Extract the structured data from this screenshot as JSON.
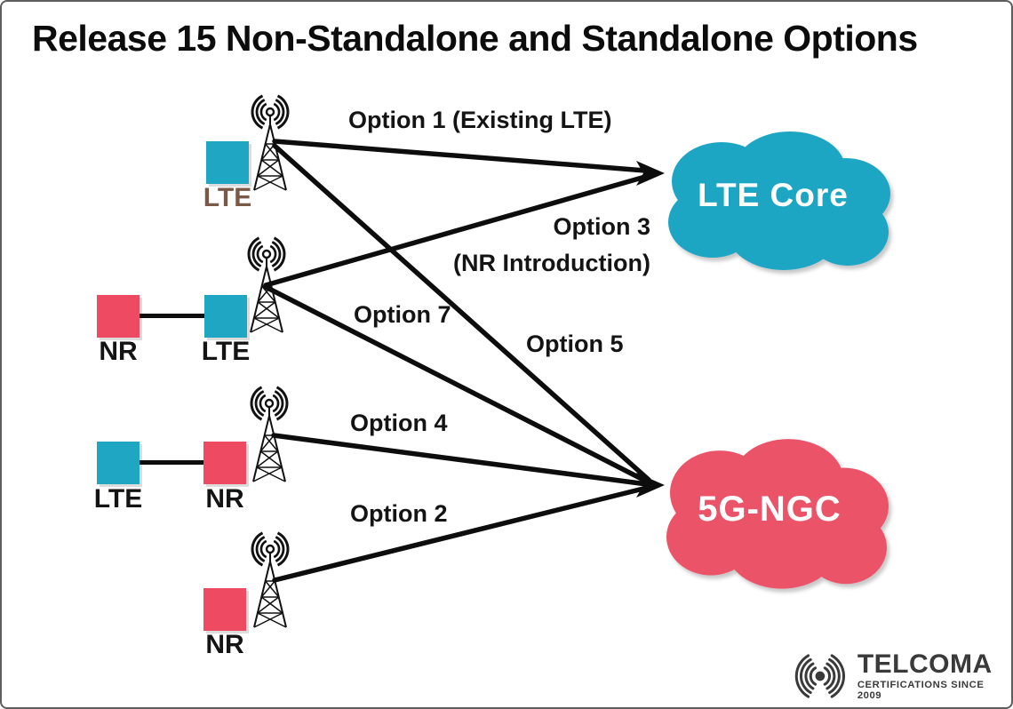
{
  "title": "Release 15 Non-Standalone and Standalone Options",
  "palette": {
    "teal": "#1ea6c3",
    "pink": "#ee4b62",
    "pink_cloud": "#eb5369",
    "teal_cloud": "#1ea6c3",
    "lte_label_brown": "#7a5a47",
    "line_black": "#0d0d0d",
    "logo_gray": "#3a3a3a"
  },
  "stations": [
    {
      "name": "lte-only-site",
      "cells": [
        {
          "label": "LTE"
        }
      ]
    },
    {
      "name": "nr-plus-lte-site",
      "cells": [
        {
          "label": "NR"
        },
        {
          "label": "LTE"
        }
      ]
    },
    {
      "name": "lte-plus-nr-site",
      "cells": [
        {
          "label": "LTE"
        },
        {
          "label": "NR"
        }
      ]
    },
    {
      "name": "nr-only-site",
      "cells": [
        {
          "label": "NR"
        }
      ]
    }
  ],
  "clouds": {
    "lte_core": {
      "label": "LTE Core"
    },
    "fiveg_ngc": {
      "label": "5G-NGC"
    }
  },
  "options": {
    "option1": "Option 1 (Existing LTE)",
    "option3": "Option 3",
    "option3_sub": "(NR Introduction)",
    "option7": "Option 7",
    "option5": "Option 5",
    "option4": "Option 4",
    "option2": "Option 2"
  },
  "logo": {
    "name": "TELCOMA",
    "tagline": "CERTIFICATIONS SINCE 2009"
  }
}
